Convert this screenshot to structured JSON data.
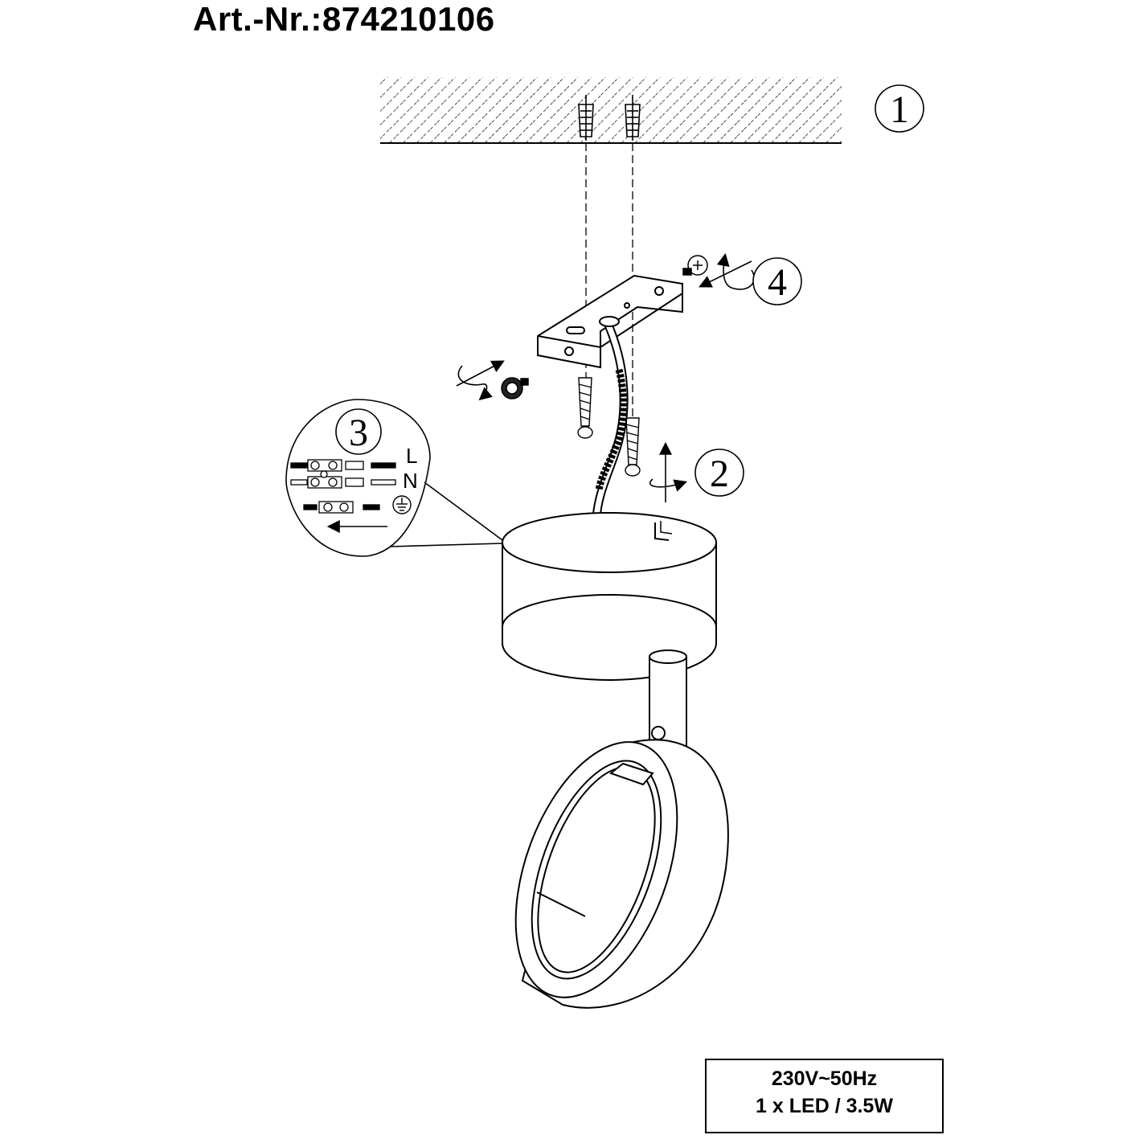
{
  "header": {
    "article_number": "Art.-Nr.:874210106"
  },
  "steps": [
    {
      "number": "1"
    },
    {
      "number": "2"
    },
    {
      "number": "3"
    },
    {
      "number": "4"
    }
  ],
  "wiring": {
    "live_label": "L",
    "neutral_label": "N"
  },
  "specs": {
    "voltage": "230V~50Hz",
    "lamp": "1 x LED / 3.5W"
  }
}
